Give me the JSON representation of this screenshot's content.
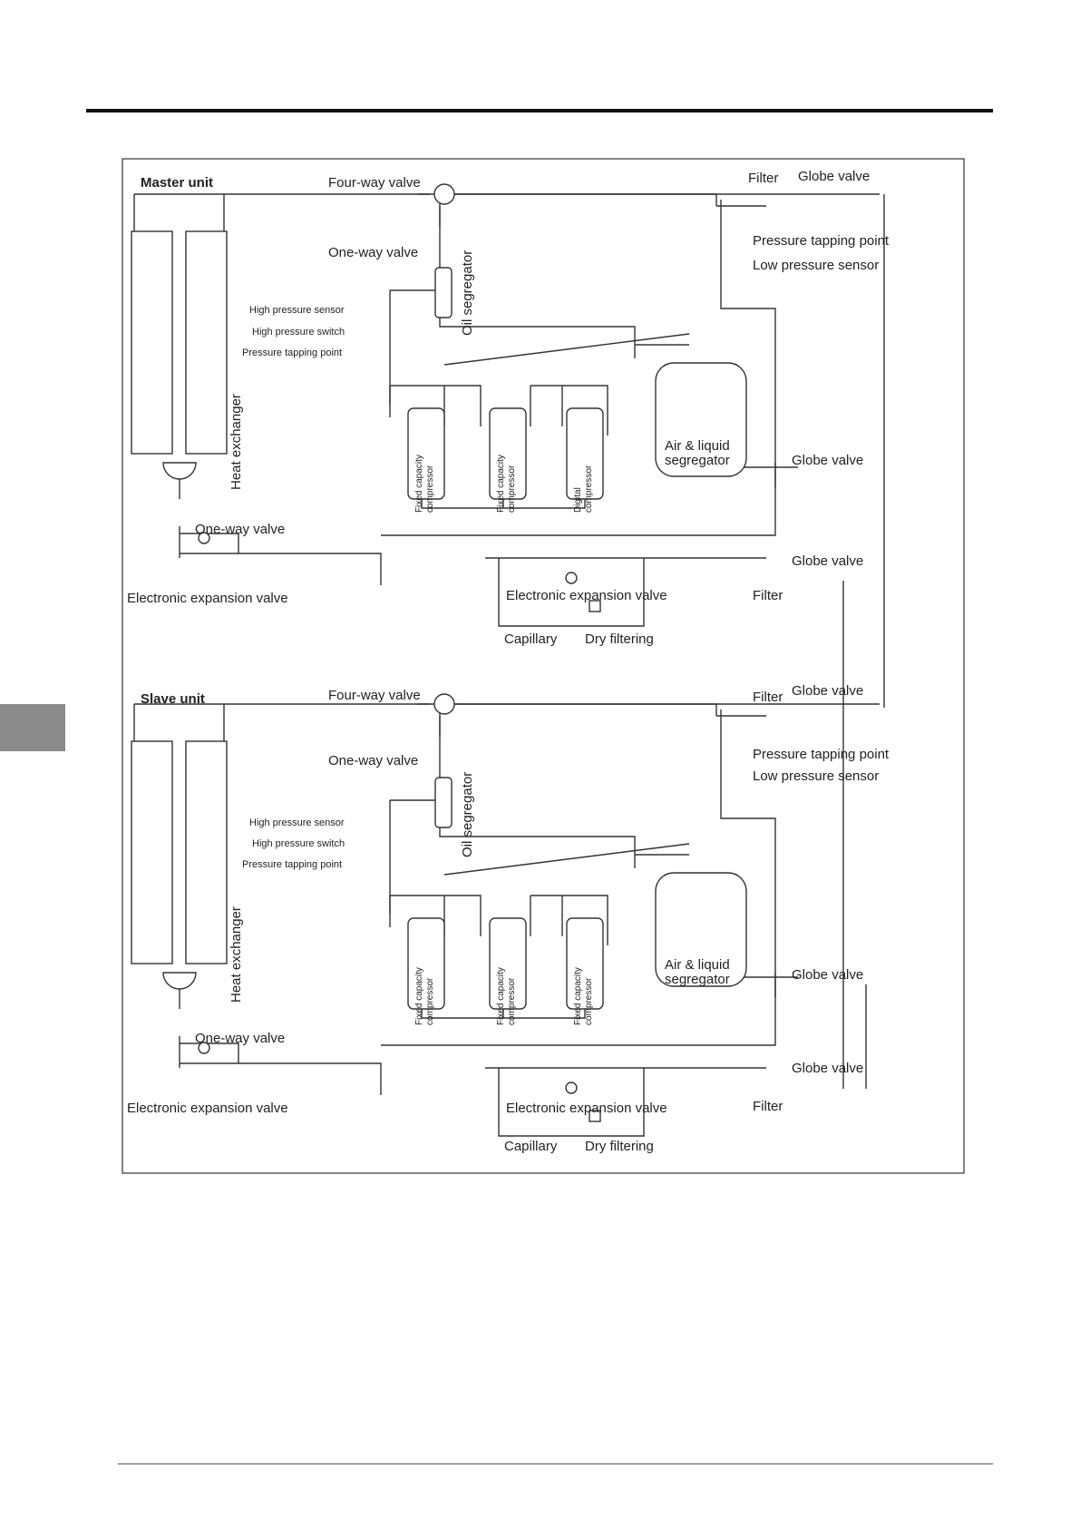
{
  "master": {
    "title": "Master unit",
    "four_way_valve": "Four-way valve",
    "one_way_valve_top": "One-way valve",
    "oil_segregator": "Oil segregator",
    "high_pressure_sensor": "High pressure sensor",
    "high_pressure_switch": "High pressure switch",
    "pressure_tapping_point_small": "Pressure tapping point",
    "heat_exchanger": "Heat exchanger",
    "compressor_1": [
      "Fixed capacity",
      "compressor"
    ],
    "compressor_2": [
      "Fixed capacity",
      "compressor"
    ],
    "compressor_3": [
      "Digital",
      "compressor"
    ],
    "air_liquid_segregator": [
      "Air & liquid",
      "segregator"
    ],
    "filter_top": "Filter",
    "globe_valve_top": "Globe valve",
    "pressure_tapping_point": "Pressure tapping point",
    "low_pressure_sensor": "Low pressure sensor",
    "globe_valve_mid": "Globe valve",
    "one_way_valve_bottom": "One-way valve",
    "eev_left": "Electronic expansion valve",
    "eev_center": "Electronic expansion valve",
    "globe_valve_low": "Globe valve",
    "filter_low": "Filter",
    "capillary": "Capillary",
    "dry_filtering": "Dry filtering"
  },
  "slave": {
    "title": "Slave unit",
    "four_way_valve": "Four-way valve",
    "one_way_valve_top": "One-way valve",
    "oil_segregator": "Oil segregator",
    "high_pressure_sensor": "High pressure sensor",
    "high_pressure_switch": "High pressure switch",
    "pressure_tapping_point_small": "Pressure tapping point",
    "heat_exchanger": "Heat exchanger",
    "compressor_1": [
      "Fixed capacity",
      "compressor"
    ],
    "compressor_2": [
      "Fixed capacity",
      "compressor"
    ],
    "compressor_3": [
      "Fixed capacity",
      "compressor"
    ],
    "air_liquid_segregator": [
      "Air & liquid",
      "segregator"
    ],
    "filter_top": "Filter",
    "globe_valve_top": "Globe valve",
    "pressure_tapping_point": "Pressure tapping point",
    "low_pressure_sensor": "Low pressure sensor",
    "globe_valve_mid": "Globe valve",
    "one_way_valve_bottom": "One-way valve",
    "eev_left": "Electronic expansion valve",
    "eev_center": "Electronic expansion valve",
    "globe_valve_low": "Globe valve",
    "filter_low": "Filter",
    "capillary": "Capillary",
    "dry_filtering": "Dry filtering"
  },
  "colors": {
    "line": "#333333",
    "side_tab": "#8a8a8a"
  }
}
